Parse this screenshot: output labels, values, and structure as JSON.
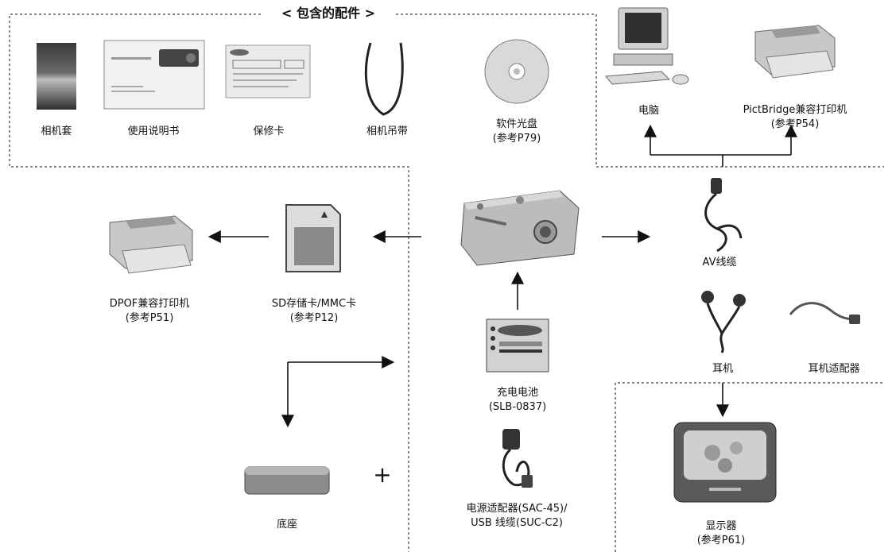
{
  "included": {
    "title": "< 包含的配件 >",
    "items": [
      {
        "label": "相机套"
      },
      {
        "label": "使用说明书"
      },
      {
        "label": "保修卡"
      },
      {
        "label": "相机吊带"
      },
      {
        "label": "软件光盘",
        "ref": "(参考P79)"
      }
    ]
  },
  "pc": {
    "label": "电脑"
  },
  "pictbridge_printer": {
    "label": "PictBridge兼容打印机",
    "ref": "(参考P54)"
  },
  "dpof_printer": {
    "label": "DPOF兼容打印机",
    "ref": "(参考P51)"
  },
  "sd_card": {
    "label": "SD存储卡/MMC卡",
    "ref": "(参考P12)"
  },
  "av_cable": {
    "label": "AV线缆"
  },
  "earphone": {
    "label": "耳机"
  },
  "earphone_adapter": {
    "label": "耳机适配器"
  },
  "battery": {
    "label": "充电电池",
    "model": "(SLB-0837)"
  },
  "power_adapter": {
    "label": "电源适配器(SAC-45)/",
    "label2": "USB 线缆(SUC-C2)"
  },
  "cradle": {
    "label": "底座",
    "plus": "+"
  },
  "monitor": {
    "label": "显示器",
    "ref": "(参考P61)"
  }
}
